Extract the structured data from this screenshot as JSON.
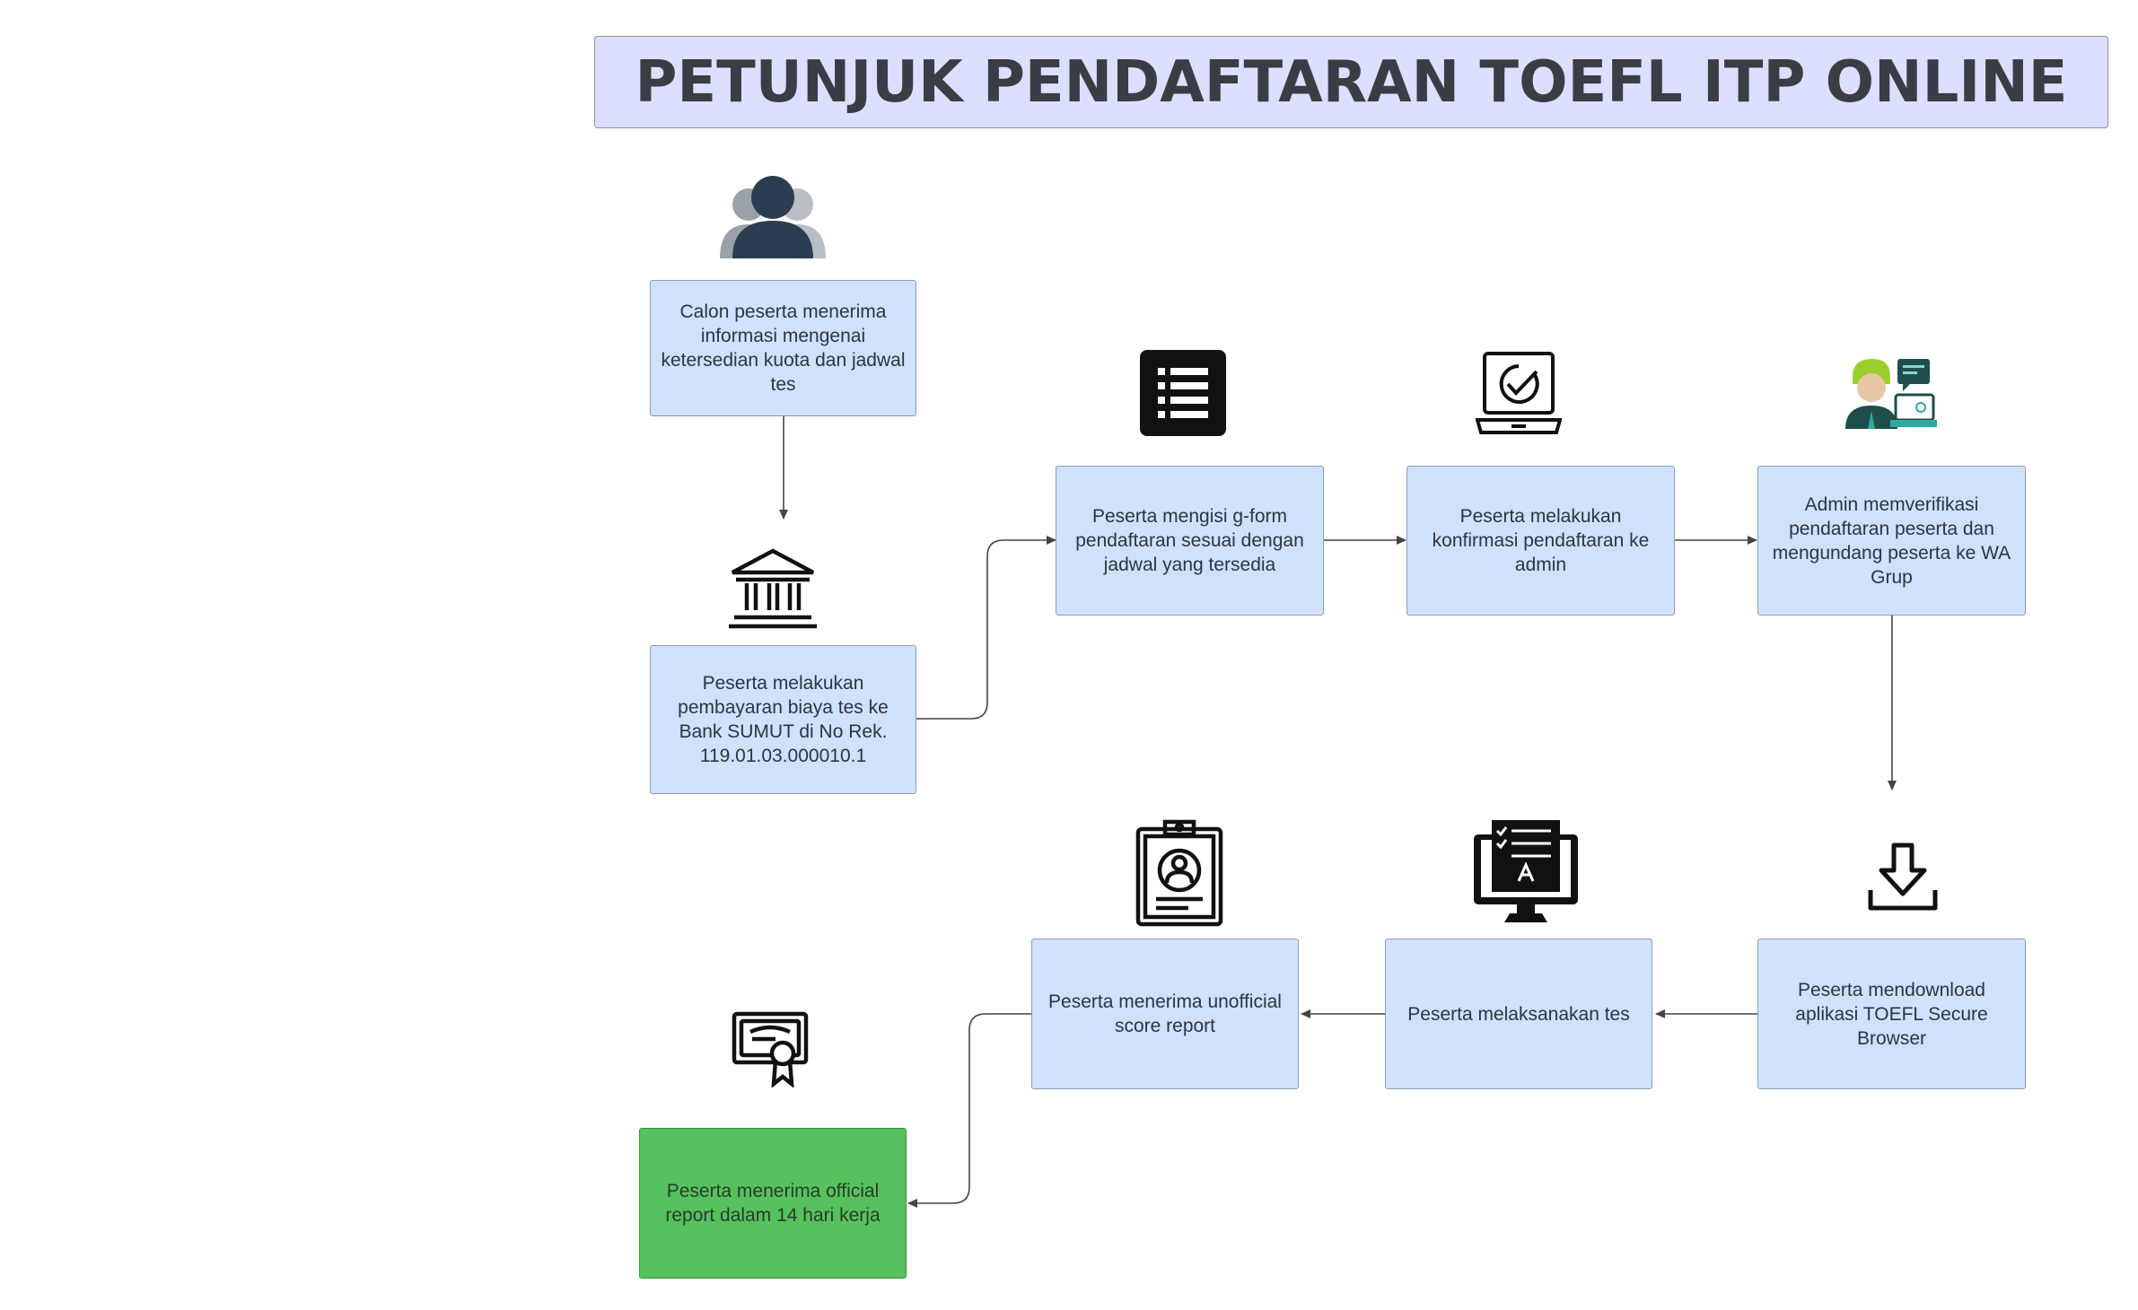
{
  "title": "PETUNJUK PENDAFTARAN TOEFL ITP ONLINE",
  "steps": [
    {
      "text": "Calon peserta menerima informasi mengenai ketersedian kuota dan jadwal tes",
      "icon": "users-icon"
    },
    {
      "text": "Peserta melakukan pembayaran biaya tes ke Bank SUMUT di No Rek. 119.01.03.000010.1",
      "icon": "bank-icon"
    },
    {
      "text": "Peserta mengisi g-form pendaftaran sesuai dengan jadwal yang tersedia",
      "icon": "form-list-icon"
    },
    {
      "text": "Peserta melakukan konfirmasi pendaftaran ke admin",
      "icon": "laptop-check-icon"
    },
    {
      "text": "Admin memverifikasi pendaftaran peserta dan mengundang peserta ke WA Grup",
      "icon": "admin-support-icon"
    },
    {
      "text": "Peserta mendownload aplikasi TOEFL Secure Browser",
      "icon": "download-icon"
    },
    {
      "text": "Peserta melaksanakan tes",
      "icon": "monitor-test-icon"
    },
    {
      "text": "Peserta menerima unofficial score report",
      "icon": "clipboard-report-icon"
    },
    {
      "text": "Peserta menerima official report dalam 14 hari kerja",
      "icon": "certificate-icon"
    }
  ],
  "colors": {
    "title_bg": "#dcdfff",
    "box_bg": "#cfe1fb",
    "final_box_bg": "#55c25d",
    "connector": "#444444"
  }
}
